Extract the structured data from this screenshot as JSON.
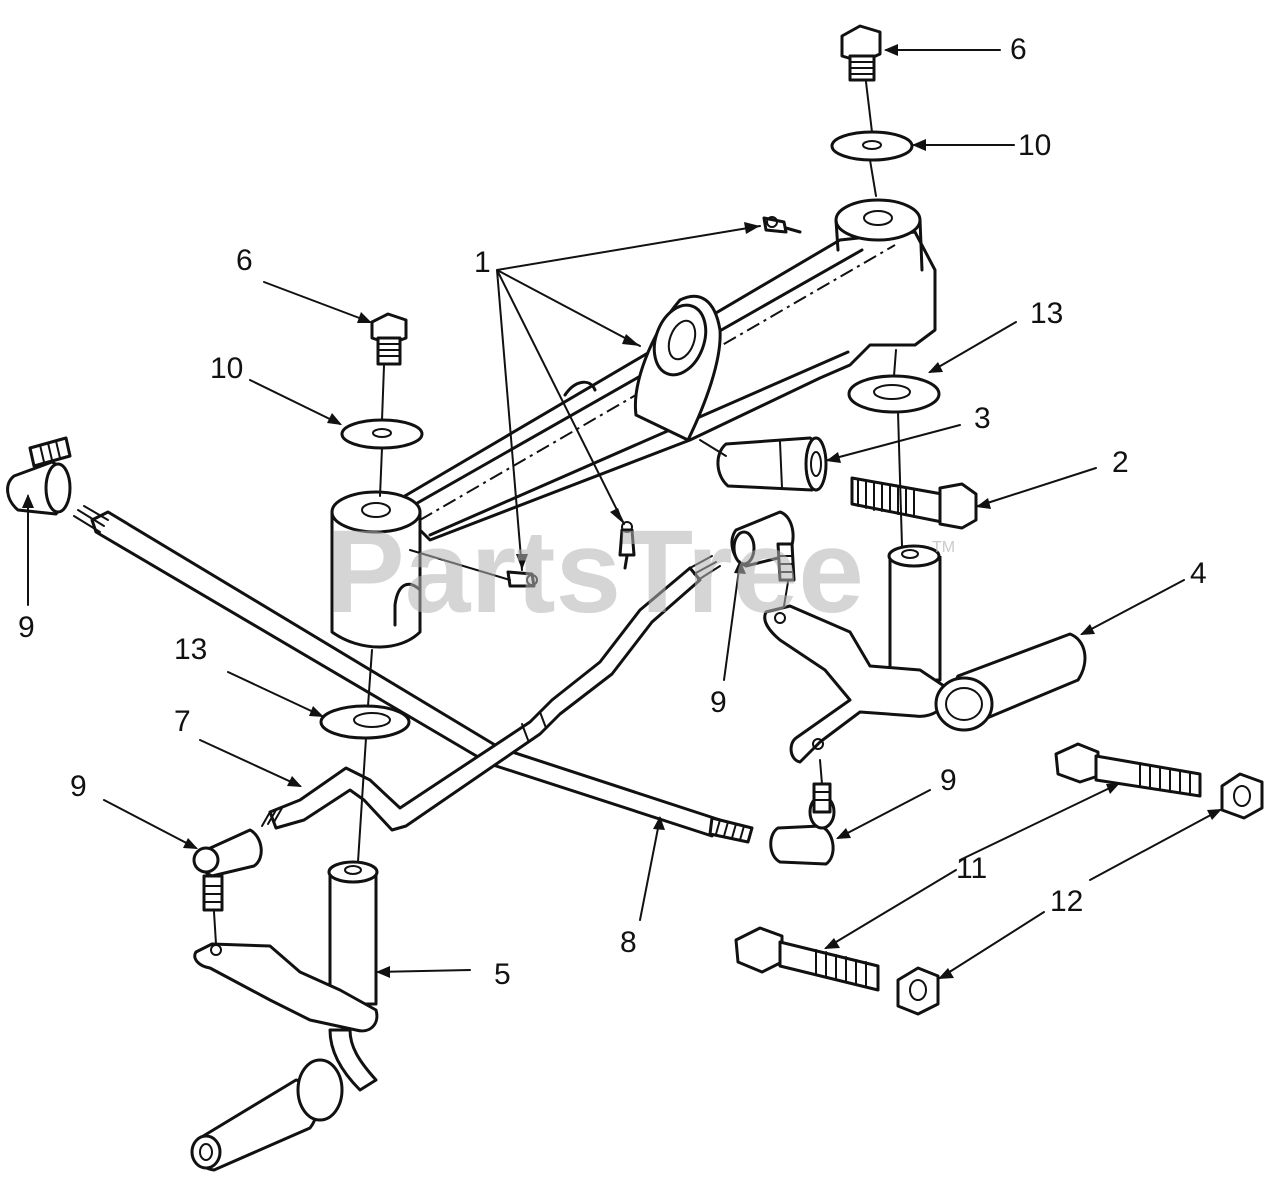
{
  "callouts": {
    "c1": "1",
    "c2": "2",
    "c3": "3",
    "c4": "4",
    "c5": "5",
    "c6_top": "6",
    "c6_left": "6",
    "c7": "7",
    "c8": "8",
    "c9_far_left": "9",
    "c9_center": "9",
    "c9_right": "9",
    "c9_lower_left": "9",
    "c10_top": "10",
    "c10_left": "10",
    "c11": "11",
    "c12": "12",
    "c13_right": "13",
    "c13_left": "13"
  },
  "watermark": {
    "text": "PartsTree",
    "trademark": "TM"
  },
  "colors": {
    "line": "#111111",
    "watermark": "#b4b4b4",
    "background": "#ffffff"
  }
}
